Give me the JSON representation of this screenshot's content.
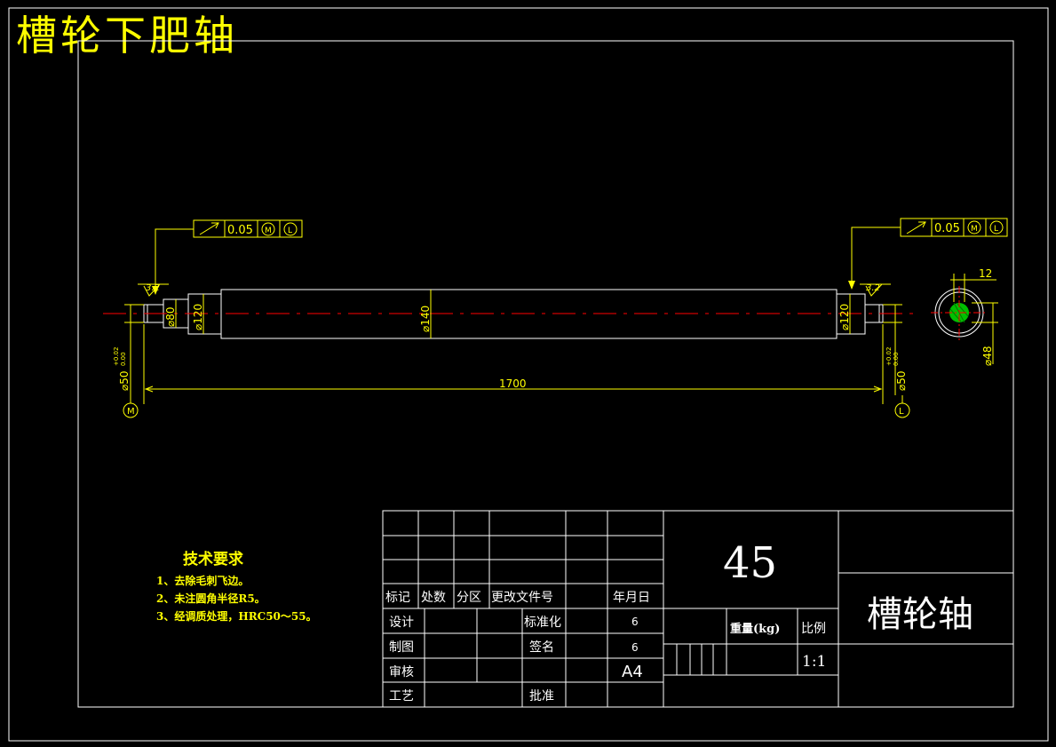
{
  "drawing_title": "槽轮下肥轴",
  "feature_control": {
    "left": {
      "symbol": "runout",
      "tolerance": "0.05",
      "mod1": "M",
      "mod2": "L"
    },
    "right": {
      "symbol": "runout",
      "tolerance": "0.05",
      "mod1": "M",
      "mod2": "L"
    }
  },
  "dimensions": {
    "surface_finish_left": "3.2",
    "surface_finish_right": "3.2",
    "d80": "⌀80",
    "d120_left": "⌀120",
    "d140": "⌀140",
    "d120_right": "⌀120",
    "d50_left": "⌀50",
    "d50_right": "⌀50",
    "tol_upper": "+0.02",
    "tol_lower": "0.00",
    "length": "1700",
    "section_width": "12",
    "section_dia": "⌀48",
    "datum_left": "M",
    "datum_right": "L"
  },
  "tech_requirements": {
    "title": "技术要求",
    "items": [
      "1、去除毛刺飞边。",
      "2、未注圆角半径R5。",
      "3、经调质处理，HRC50～55。"
    ]
  },
  "title_block": {
    "material": "45",
    "part_name": "槽轮轴",
    "headers": {
      "mark": "标记",
      "count": "处数",
      "zone": "分区",
      "change_doc": "更改文件号",
      "date": "年月日"
    },
    "design": "设计",
    "draft": "制图",
    "review": "审核",
    "process": "工艺",
    "standardize": "标准化",
    "sign": "签名",
    "approve": "批准",
    "val1": "6",
    "val2": "6",
    "sheet_size": "A4",
    "weight_label": "重量(kg)",
    "scale_label": "比例",
    "scale_value": "1:1"
  },
  "colors": {
    "line": "#ffffff",
    "dimension": "#ffff00",
    "centerline": "#ff0000",
    "hatch": "#00c000"
  }
}
